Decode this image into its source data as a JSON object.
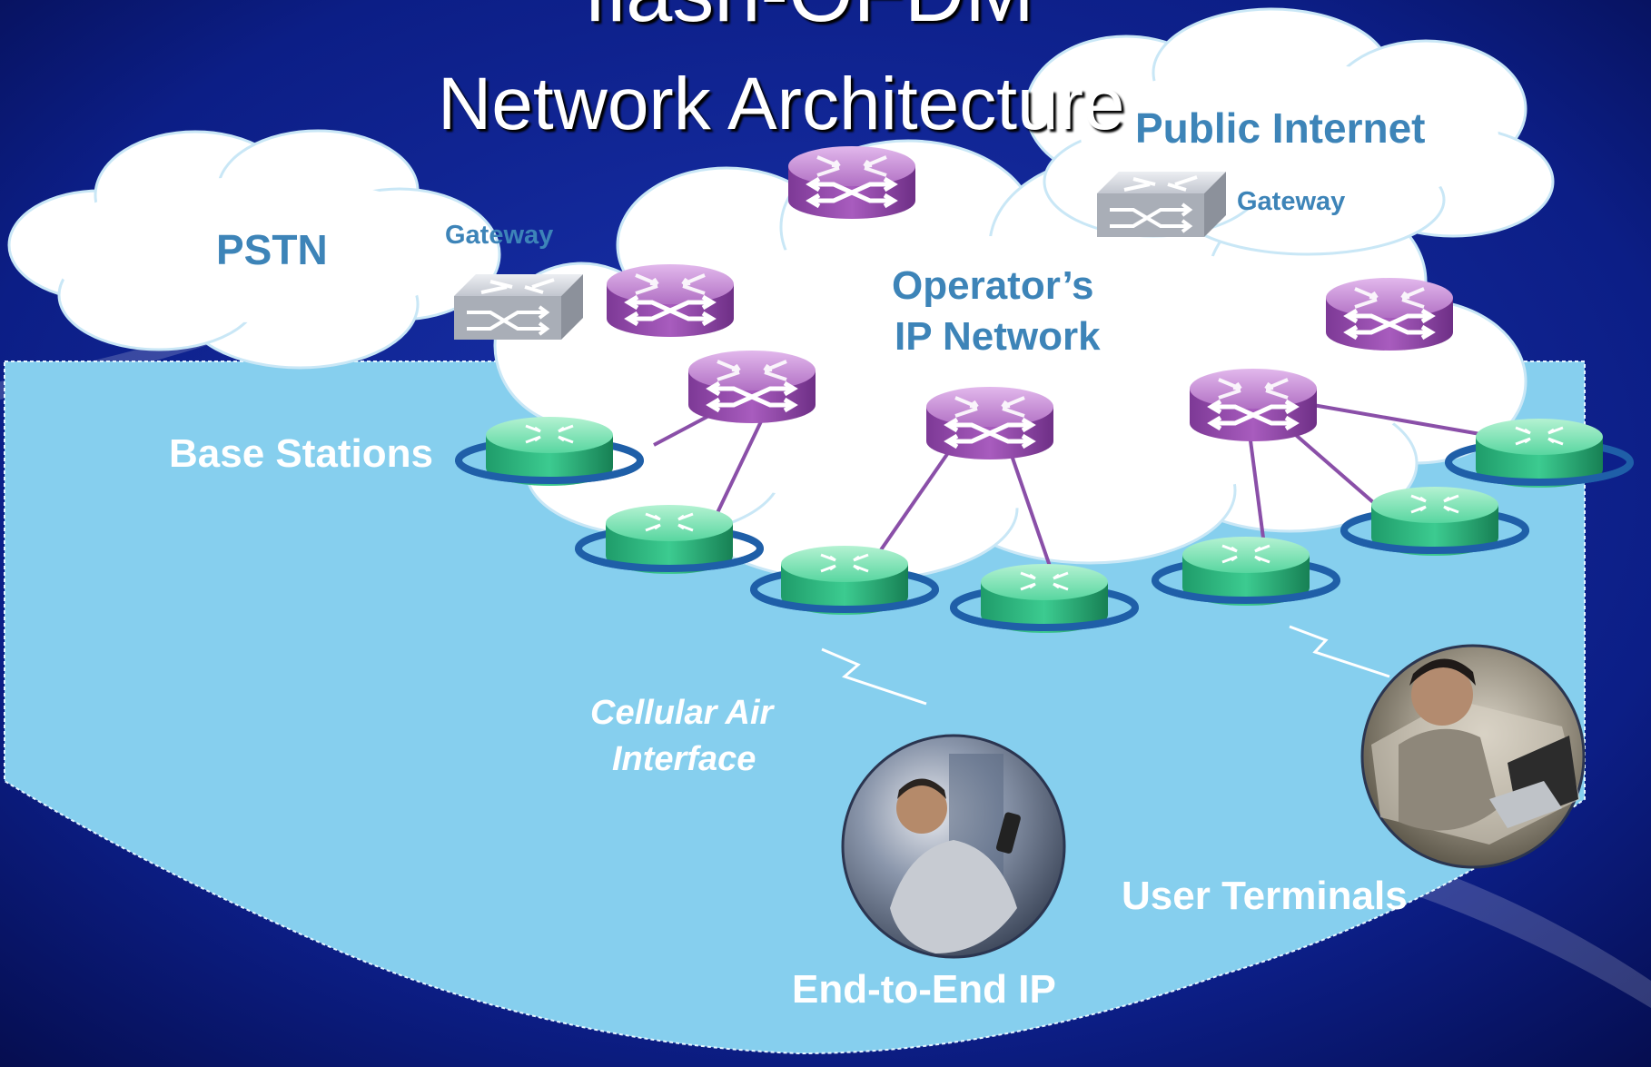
{
  "title": {
    "line1": "flash-OFDM",
    "line2": "Network Architecture"
  },
  "labels": {
    "pstn": "PSTN",
    "gateway_left": "Gateway",
    "public_internet": "Public Internet",
    "gateway_right": "Gateway",
    "operator_line1": "Operator’s",
    "operator_line2": "IP Network",
    "base_stations": "Base Stations",
    "cellular_line1": "Cellular Air",
    "cellular_line2": "Interface",
    "user_terminals": "User Terminals",
    "end_to_end": "End-to-End IP"
  },
  "colors": {
    "background": "#0a1a78",
    "sea": "#86cfee",
    "cloud": "#ffffff",
    "cloud_text": "#3d84b8",
    "router_purple": "#9b4fb0",
    "base_station_green": "#37c78e",
    "gateway_gray": "#b8bcc4",
    "link_line": "#8a4fa8"
  },
  "icons": [
    "router-icon",
    "gateway-icon",
    "base-station-icon",
    "user-photo-icon",
    "wireless-link-icon"
  ]
}
